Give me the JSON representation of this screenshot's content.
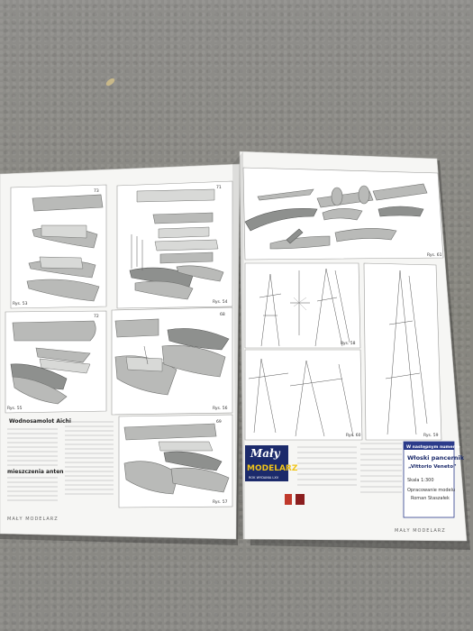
{
  "left_page": {
    "figures": [
      {
        "label": "Rys. 53",
        "number": "73"
      },
      {
        "label": "Rys. 54",
        "number": "71"
      },
      {
        "label": "Rys. 55",
        "number": "72"
      },
      {
        "label": "Rys. 56",
        "number": "68"
      },
      {
        "label": "Rys. 57",
        "number": "69"
      }
    ],
    "heading": "Wodnosamolot Aichi",
    "subheading": "mieszczenia anten",
    "footer": "MAŁY MODELARZ"
  },
  "right_page": {
    "figures": [
      {
        "label": "Rys. 61"
      },
      {
        "label": "Rys. 58"
      },
      {
        "label": "Rys. 60"
      },
      {
        "label": "Rys. 59"
      }
    ],
    "masthead": {
      "logo_line1": "Mały",
      "logo_line2": "MODELARZ",
      "logo_line3": "ROK WYDANIA LXV"
    },
    "next_issue": {
      "heading": "W następnym numerze",
      "title": "Włoski pancernik",
      "subtitle": "„Vittorio Veneto”",
      "items": [
        "Skala 1:300",
        "Opracowanie modelu",
        "Roman Staszałek"
      ]
    },
    "footer": "MAŁY MODELARZ"
  }
}
